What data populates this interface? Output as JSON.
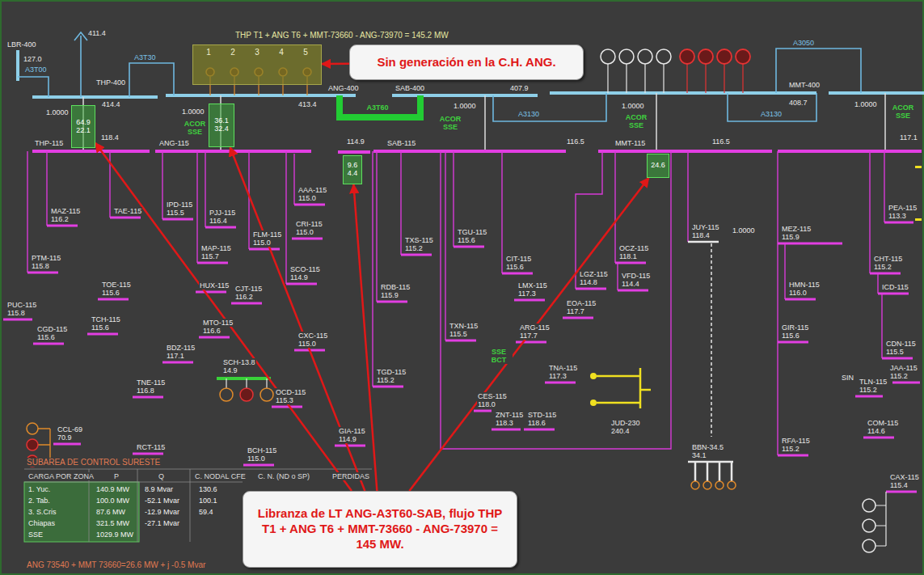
{
  "diagram": {
    "nodes": [
      {
        "text": [
          "Sin generación en la C.H. ANG."
        ]
      },
      {
        "text": [
          "1",
          "2",
          "3",
          "4",
          "5"
        ]
      },
      {
        "text": [
          "64.9",
          "22.1"
        ]
      },
      {
        "text": [
          "36.1",
          "32.4"
        ]
      },
      {
        "text": [
          "9.6",
          "4.4"
        ]
      },
      {
        "text": [
          "24.6"
        ]
      },
      {
        "text": [
          "Libranza de LT ANG-A3T60-SAB, flujo THP T1 + ANG T6 + MMT-73660 - ANG-73970 = 145 MW."
        ]
      }
    ],
    "edges": [
      {
        "from": 0,
        "to": 1,
        "arrow": "to"
      },
      {
        "from": 6,
        "to": 2,
        "arrow": "to"
      },
      {
        "from": 6,
        "to": 3,
        "arrow": "to"
      },
      {
        "from": 6,
        "to": 4,
        "arrow": "to"
      },
      {
        "from": 6,
        "to": 5,
        "arrow": "to"
      }
    ],
    "labels": [
      "THP T1 + ANG T6 + MMT-73660 - ANG-73970 = 145.2 MW",
      "LBR-400",
      "127.0",
      "411.4",
      "A3T00",
      "A3T30",
      "THP-400",
      "414.4",
      "ANG-400",
      "413.4",
      "SAB-400",
      "407.9",
      "MMT-400",
      "408.7",
      "A3050",
      "A3130",
      "A3130",
      "A3T60",
      "1.0000",
      "1.0000",
      "1.0000",
      "1.0000",
      "1.0000",
      "ACOR SSE",
      "ACOR SSE",
      "ACOR SSE",
      "ACOR SSE",
      "THP-115",
      "118.4",
      "ANG-115",
      "114.9",
      "SAB-115",
      "116.5",
      "MMT-115",
      "116.5",
      "117.1",
      "MAZ-115",
      "116.2",
      "TAE-115",
      "PTM-115",
      "115.8",
      "PUC-115",
      "115.8",
      "CGD-115",
      "115.6",
      "TOE-115",
      "115.6",
      "TCH-115",
      "115.6",
      "TNE-115",
      "116.8",
      "CCL-69",
      "70.9",
      "RCT-115",
      "IPD-115",
      "115.5",
      "PJJ-115",
      "116.4",
      "FLM-115",
      "115.0",
      "MAP-115",
      "115.7",
      "HUX-115",
      "MTO-115",
      "116.6",
      "BDZ-115",
      "117.1",
      "CJT-115",
      "116.2",
      "SCH-13.8",
      "14.9",
      "SCO-115",
      "114.9",
      "AAA-115",
      "115.0",
      "CRI-115",
      "115.0",
      "CXC-115",
      "115.0",
      "OCD-115",
      "115.3",
      "GIA-115",
      "114.9",
      "BCH-115",
      "115.0",
      "TXS-115",
      "115.2",
      "RDB-115",
      "115.9",
      "TXN-115",
      "115.5",
      "TGD-115",
      "115.2",
      "TGU-115",
      "115.6",
      "CIT-115",
      "115.6",
      "LMX-115",
      "117.3",
      "EOA-115",
      "117.7",
      "ARG-115",
      "117.7",
      "TNA-115",
      "117.3",
      "CES-115",
      "118.0",
      "ZNT-115",
      "118.3",
      "STD-115",
      "118.6",
      "JUD-230",
      "240.4",
      "OCZ-115",
      "118.1",
      "LGZ-115",
      "114.8",
      "VFD-115",
      "114.4",
      "JUY-115",
      "118.4",
      "1.0000",
      "BBN-34.5",
      "34.1",
      "MEZ-115",
      "115.9",
      "PEA-115",
      "113.3",
      "CHT-115",
      "115.2",
      "HMN-115",
      "116.0",
      "ICD-115",
      "GIR-115",
      "115.6",
      "CDN-115",
      "115.5",
      "JAA-115",
      "115.2",
      "TLN-115",
      "115.2",
      "SIN",
      "COM-115",
      "114.6",
      "RFA-115",
      "115.2",
      "CAX-115",
      "115.4",
      "SSE BCT",
      "SUBAREA DE CONTROL SURESTE",
      "CARGA POR ZONA",
      "P",
      "Q",
      "C. NODAL CFE",
      "C. N. (ND o SP)",
      "PERDIDAS",
      "1. Yuc.",
      "140.9 MW",
      "8.9 Mvar",
      "130.6",
      "2. Tab.",
      "100.0 MW",
      "-52.1 Mvar",
      "100.1",
      "3. S.Cris",
      "87.6 MW",
      "-12.9 Mvar",
      "59.4",
      "Chiapas",
      "321.5 MW",
      "-27.1 Mvar",
      "SSE",
      "1029.9 MW",
      "ANG 73540 + MMT 73660=26.6 MW + j -0.5 Mvar"
    ]
  }
}
